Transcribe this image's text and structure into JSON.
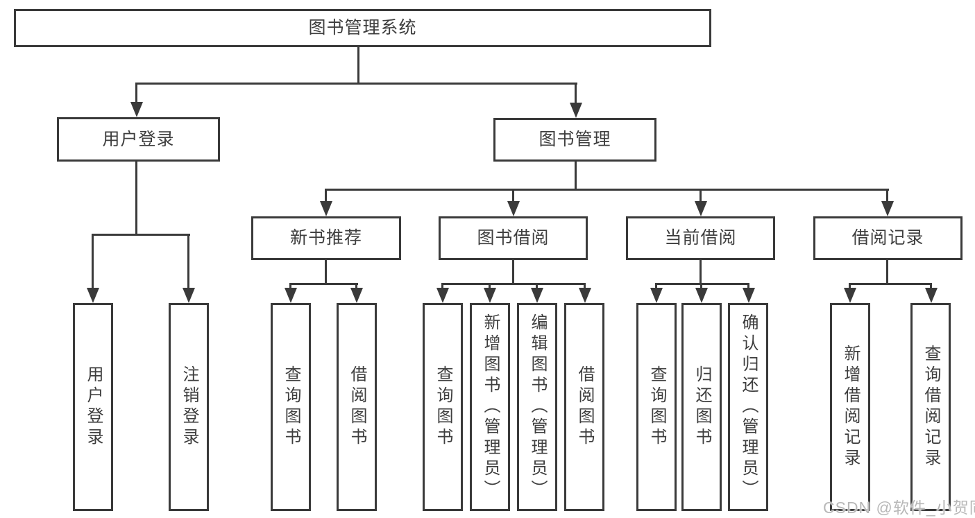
{
  "diagram_title": "图书管理系统",
  "tree": {
    "label": "图书管理系统",
    "children": [
      {
        "label": "用户登录",
        "children": [
          {
            "label": "用户登录"
          },
          {
            "label": "注销登录"
          }
        ]
      },
      {
        "label": "图书管理",
        "children": [
          {
            "label": "新书推荐",
            "children": [
              {
                "label": "查询图书"
              },
              {
                "label": "借阅图书"
              }
            ]
          },
          {
            "label": "图书借阅",
            "children": [
              {
                "label": "查询图书"
              },
              {
                "label": "新增图书（管理员）"
              },
              {
                "label": "编辑图书（管理员）"
              },
              {
                "label": "借阅图书"
              }
            ]
          },
          {
            "label": "当前借阅",
            "children": [
              {
                "label": "查询图书"
              },
              {
                "label": "归还图书"
              },
              {
                "label": "确认归还（管理员）"
              }
            ]
          },
          {
            "label": "借阅记录",
            "children": [
              {
                "label": "新增借阅记录"
              },
              {
                "label": "查询借阅记录"
              }
            ]
          }
        ]
      }
    ]
  },
  "watermark": {
    "text": "CSDN @软件_小贺同学",
    "color": "#b8b8b8"
  },
  "colors": {
    "line": "#3a3a3a",
    "text": "#3e3e3e",
    "background": "#ffffff"
  }
}
